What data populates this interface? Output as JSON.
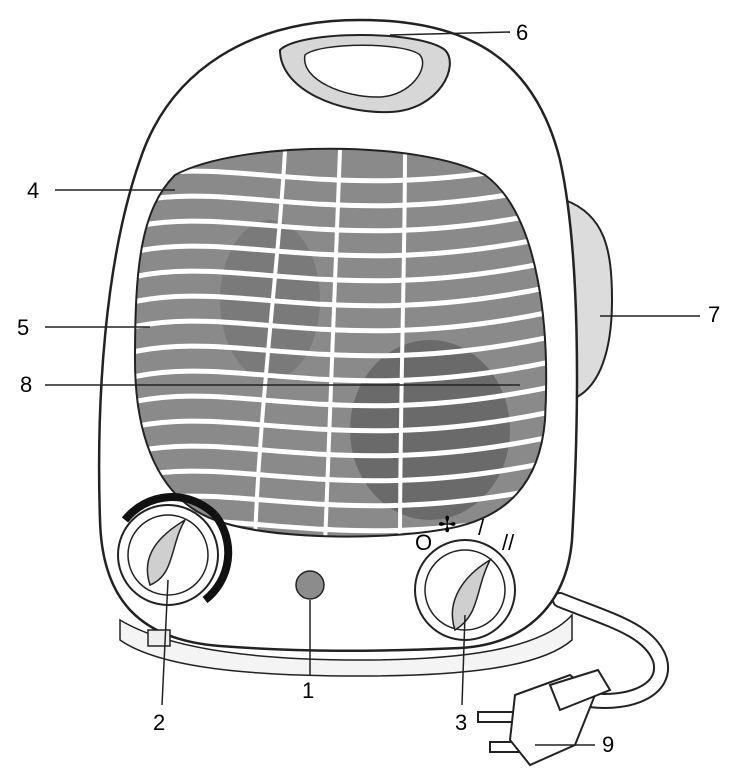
{
  "diagram": {
    "callouts": [
      {
        "id": "1",
        "label": "1"
      },
      {
        "id": "2",
        "label": "2"
      },
      {
        "id": "3",
        "label": "3"
      },
      {
        "id": "4",
        "label": "4"
      },
      {
        "id": "5",
        "label": "5"
      },
      {
        "id": "6",
        "label": "6"
      },
      {
        "id": "7",
        "label": "7"
      },
      {
        "id": "8",
        "label": "8"
      },
      {
        "id": "9",
        "label": "9"
      }
    ],
    "thermostat_symbols": {
      "off": "O",
      "fan": "✢",
      "low": "/",
      "high": "//"
    }
  }
}
